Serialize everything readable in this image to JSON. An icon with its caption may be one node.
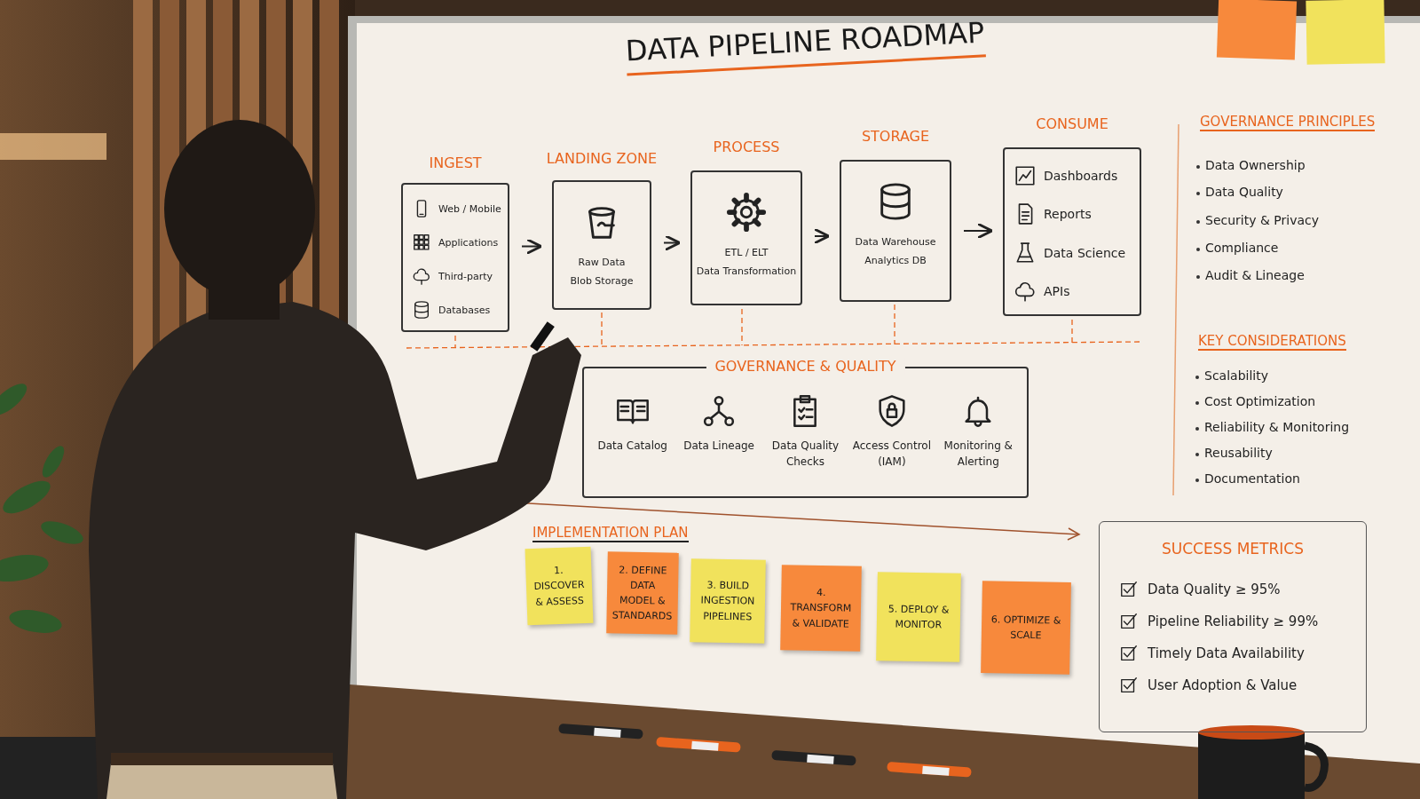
{
  "diagram": {
    "title": "DATA PIPELINE ROADMAP",
    "nodes": [
      {
        "text": [
          "INGEST",
          "Web / Mobile",
          "Applications",
          "Third-party",
          "Databases"
        ]
      },
      {
        "text": [
          "LANDING ZONE",
          "Raw Data",
          "Blob Storage"
        ]
      },
      {
        "text": [
          "PROCESS",
          "ETL / ELT",
          "Data Transformation"
        ]
      },
      {
        "text": [
          "STORAGE",
          "Data Warehouse",
          "Analytics DB"
        ]
      },
      {
        "text": [
          "CONSUME",
          "Dashboards",
          "Reports",
          "Data Science",
          "APIs"
        ]
      },
      {
        "text": [
          "GOVERNANCE & QUALITY",
          "Data Catalog",
          "Data Lineage",
          "Data Quality Checks",
          "Access Control (IAM)",
          "Monitoring & Alerting"
        ]
      },
      {
        "text": [
          "1. DISCOVER & ASSESS"
        ]
      },
      {
        "text": [
          "2. DEFINE DATA MODEL & STANDARDS"
        ]
      },
      {
        "text": [
          "3. BUILD INGESTION PIPELINES"
        ]
      },
      {
        "text": [
          "4. TRANSFORM & VALIDATE"
        ]
      },
      {
        "text": [
          "5. DEPLOY & MONITOR"
        ]
      },
      {
        "text": [
          "6. OPTIMIZE & SCALE"
        ]
      },
      {
        "text": [
          "SUCCESS METRICS",
          "Data Quality ≥ 95%",
          "Pipeline Reliability ≥ 99%",
          "Timely Data Availability",
          "User Adoption & Value"
        ]
      },
      {
        "text": [],
        "shape": "box"
      },
      {
        "text": [],
        "shape": "box"
      }
    ],
    "edges": [
      {
        "from": 0,
        "to": 1,
        "arrow": "to"
      },
      {
        "from": 1,
        "to": 2,
        "arrow": "to"
      },
      {
        "from": 2,
        "to": 3,
        "arrow": "to"
      },
      {
        "from": 3,
        "to": 4,
        "arrow": "to"
      }
    ],
    "labels": [
      "GOVERNANCE PRINCIPLES",
      "Data Ownership",
      "Data Quality",
      "Security & Privacy",
      "Compliance",
      "Audit & Lineage",
      "KEY CONSIDERATIONS",
      "Scalability",
      "Cost Optimization",
      "Reliability & Monitoring",
      "Reusability",
      "Documentation",
      "IMPLEMENTATION PLAN"
    ]
  }
}
